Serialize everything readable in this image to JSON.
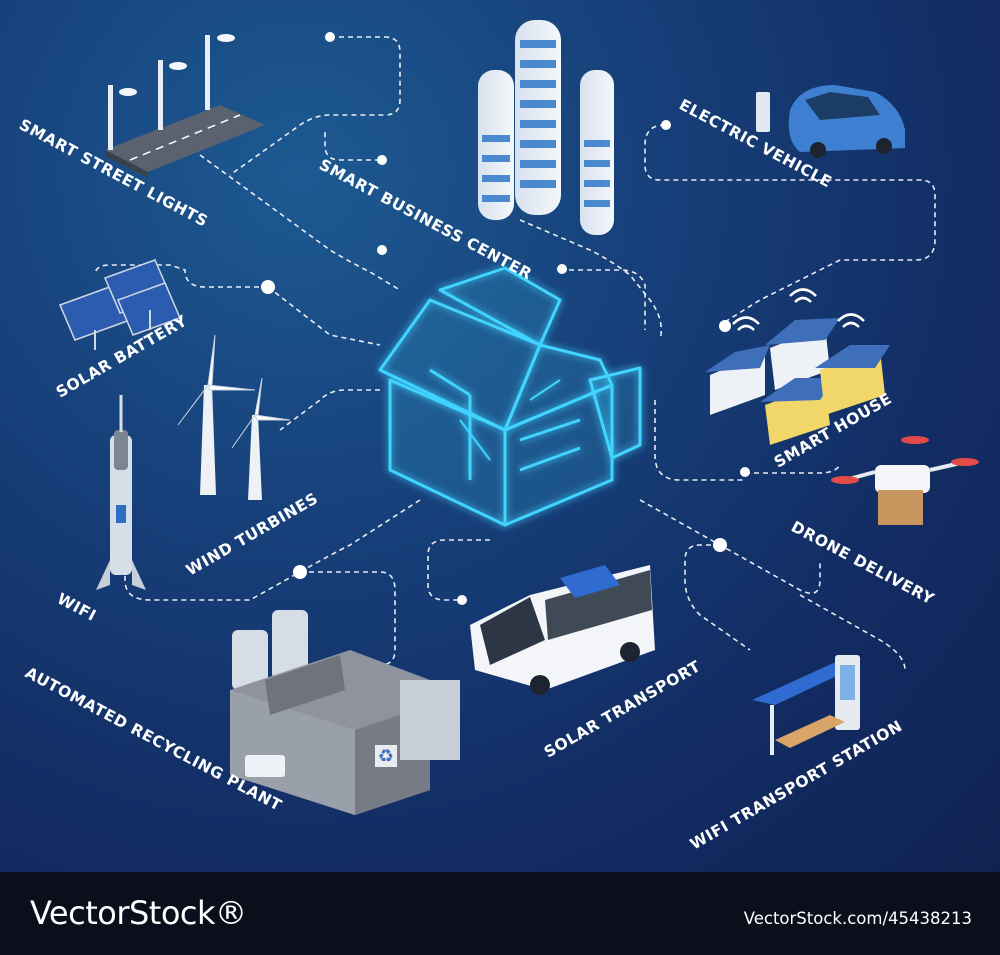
{
  "labels": {
    "smart_street_lights": "SMART STREET LIGHTS",
    "smart_business_center": "SMART BUSINESS CENTER",
    "electric_vehicle": "ELECTRIC VEHICLE",
    "solar_battery": "SOLAR BATTERY",
    "smart_house": "SMART HOUSE",
    "wind_turbines": "WIND TURBINES",
    "drone_delivery": "DRONE DELIVERY",
    "wifi": "WIFI",
    "solar_transport": "SOLAR TRANSPORT",
    "wifi_transport_station": "WIFI TRANSPORT STATION",
    "automated_recycling_plant": "AUTOMATED RECYCLING PLANT"
  },
  "watermark": {
    "brand": "VectorStock®",
    "image_id": "VectorStock.com/45438213"
  },
  "colors": {
    "background": "#15356f",
    "hologram": "#3fd4ff",
    "labels": "#ffffff",
    "footer": "#0b0f1c"
  }
}
